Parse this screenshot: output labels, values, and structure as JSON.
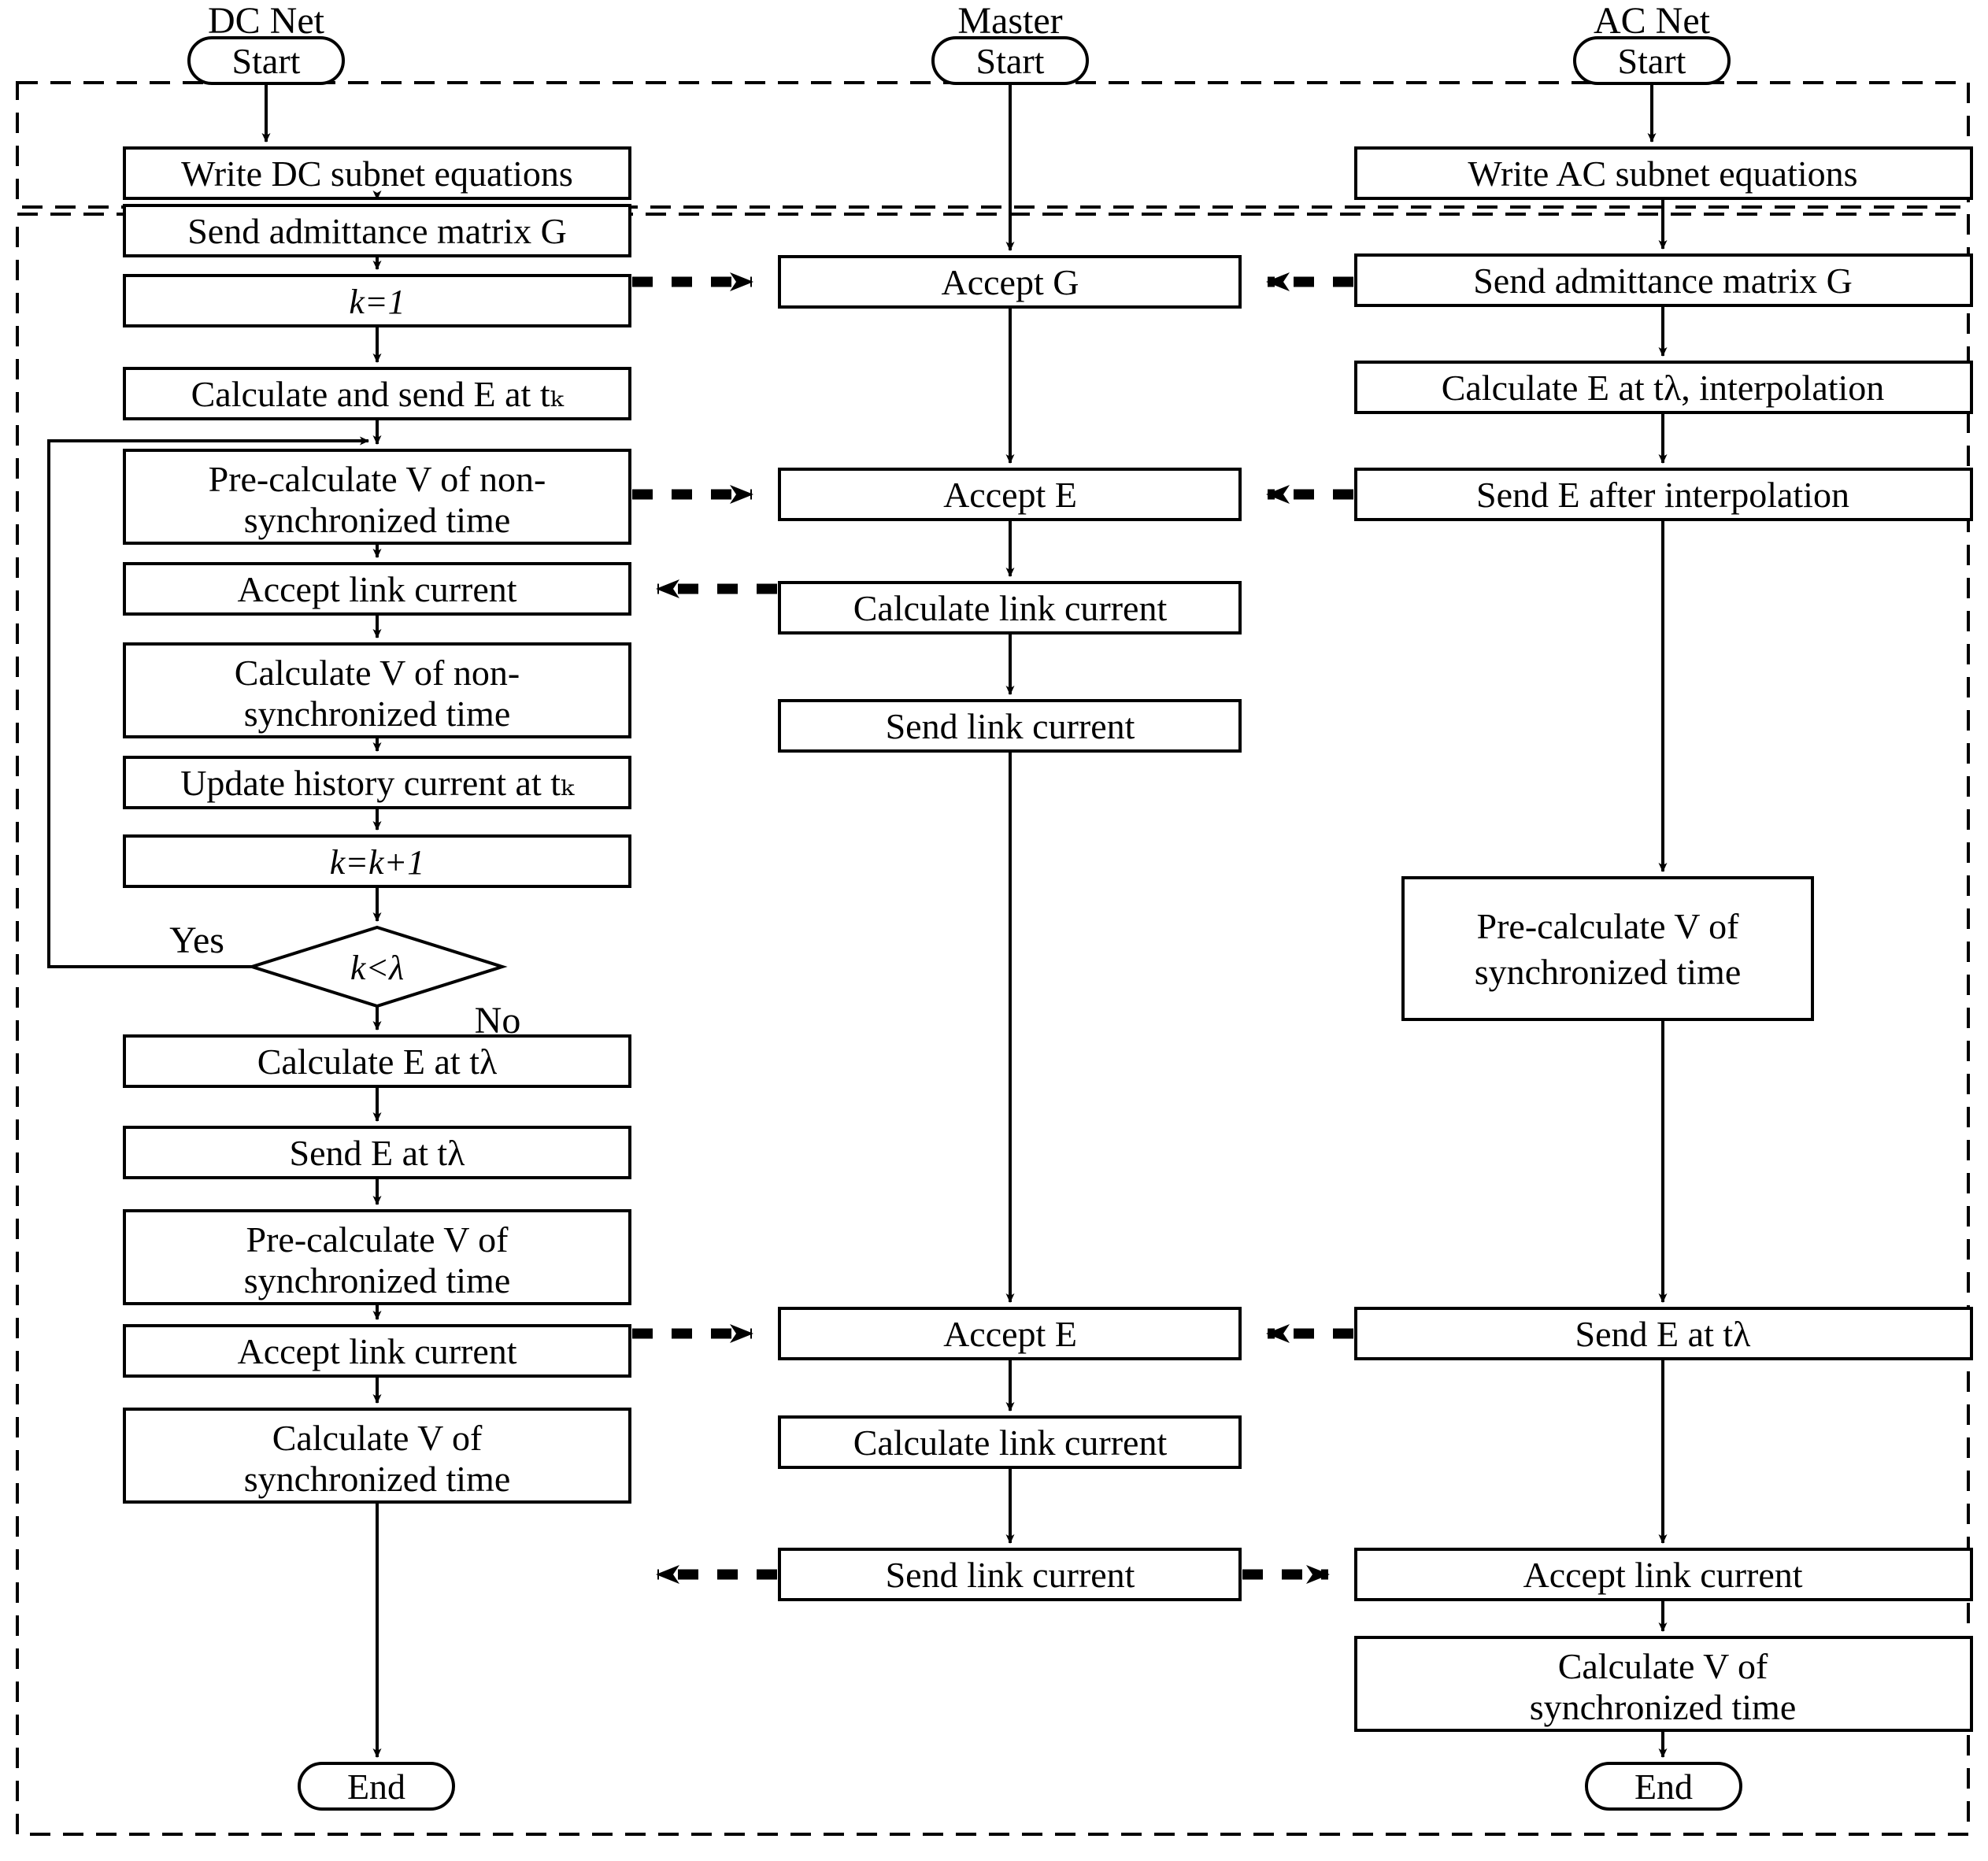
{
  "diagram": {
    "type": "flowchart",
    "title": "",
    "lane_headers": [
      {
        "id": "dc",
        "label": "DC Net"
      },
      {
        "id": "master",
        "label": "Master"
      },
      {
        "id": "ac",
        "label": "AC Net"
      }
    ],
    "terminators": {
      "start_label": "Start",
      "end_label": "End"
    },
    "decision_labels": {
      "yes": "Yes",
      "no": "No"
    },
    "colors": {
      "stroke": "#000000",
      "fill": "#ffffff",
      "text": "#000000"
    },
    "lanes": {
      "dc": {
        "header": "DC Net",
        "start": "Start",
        "end": "End",
        "nodes": [
          {
            "id": "dc1",
            "text": "Write DC subnet equations",
            "shape": "process"
          },
          {
            "id": "dc2",
            "text": "Send admittance matrix G",
            "shape": "process"
          },
          {
            "id": "dc3",
            "text": "k=1",
            "shape": "process"
          },
          {
            "id": "dc4",
            "text": "Calculate and send E at tₖ",
            "shape": "process"
          },
          {
            "id": "dc5",
            "text": "Pre-calculate V of non-synchronized time",
            "shape": "process",
            "line1": "Pre-calculate V of non-",
            "line2": "synchronized time"
          },
          {
            "id": "dc6",
            "text": "Accept link current",
            "shape": "process"
          },
          {
            "id": "dc7",
            "text": "Calculate V of non-synchronized time",
            "shape": "process",
            "line1": "Calculate V of non-",
            "line2": "synchronized time"
          },
          {
            "id": "dc8",
            "text": "Update history current at tₖ",
            "shape": "process"
          },
          {
            "id": "dc9",
            "text": "k=k+1",
            "shape": "process"
          },
          {
            "id": "dc10",
            "text": "k<λ",
            "shape": "decision"
          },
          {
            "id": "dc11",
            "text": "Calculate E at tλ",
            "shape": "process"
          },
          {
            "id": "dc12",
            "text": "Send E at tλ",
            "shape": "process"
          },
          {
            "id": "dc13",
            "text": "Pre-calculate V of synchronized time",
            "shape": "process",
            "line1": "Pre-calculate V of",
            "line2": "synchronized time"
          },
          {
            "id": "dc14",
            "text": "Accept link current",
            "shape": "process"
          },
          {
            "id": "dc15",
            "text": "Calculate V of synchronized time",
            "shape": "process",
            "line1": "Calculate V of",
            "line2": "synchronized time"
          }
        ]
      },
      "master": {
        "header": "Master",
        "start": "Start",
        "nodes": [
          {
            "id": "m1",
            "text": "Accept G",
            "shape": "process"
          },
          {
            "id": "m2",
            "text": "Accept E",
            "shape": "process"
          },
          {
            "id": "m3",
            "text": "Calculate link current",
            "shape": "process"
          },
          {
            "id": "m4",
            "text": "Send link current",
            "shape": "process"
          },
          {
            "id": "m5",
            "text": "Accept E",
            "shape": "process"
          },
          {
            "id": "m6",
            "text": "Calculate link current",
            "shape": "process"
          },
          {
            "id": "m7",
            "text": "Send link current",
            "shape": "process"
          }
        ]
      },
      "ac": {
        "header": "AC Net",
        "start": "Start",
        "end": "End",
        "nodes": [
          {
            "id": "a1",
            "text": "Write AC subnet equations",
            "shape": "process"
          },
          {
            "id": "a2",
            "text": "Send admittance matrix G",
            "shape": "process"
          },
          {
            "id": "a3",
            "text": "Calculate E at tλ, interpolation",
            "shape": "process"
          },
          {
            "id": "a4",
            "text": "Send E after interpolation",
            "shape": "process"
          },
          {
            "id": "a5",
            "text": "Pre-calculate V of synchronized time",
            "shape": "process",
            "line1": "Pre-calculate V of",
            "line2": "synchronized time"
          },
          {
            "id": "a6",
            "text": "Send E at tλ",
            "shape": "process"
          },
          {
            "id": "a7",
            "text": "Accept link current",
            "shape": "process"
          },
          {
            "id": "a8",
            "text": "Calculate V of synchronized time",
            "shape": "process",
            "line1": "Calculate V of",
            "line2": "synchronized time"
          }
        ]
      }
    },
    "groups": [
      {
        "id": "phase1",
        "style": "dashed"
      },
      {
        "id": "phase2",
        "style": "dashed"
      }
    ],
    "message_flows": [
      {
        "from": "dc2",
        "to": "m1",
        "style": "dashed"
      },
      {
        "from": "a2",
        "to": "m1",
        "style": "dashed"
      },
      {
        "from": "dc4",
        "to": "m2",
        "style": "dashed"
      },
      {
        "from": "a4",
        "to": "m2",
        "style": "dashed"
      },
      {
        "from": "m4",
        "to": "dc6",
        "style": "dashed"
      },
      {
        "from": "dc12",
        "to": "m5",
        "style": "dashed"
      },
      {
        "from": "a6",
        "to": "m5",
        "style": "dashed"
      },
      {
        "from": "m7",
        "to": "dc14",
        "style": "dashed"
      },
      {
        "from": "m7",
        "to": "a7",
        "style": "dashed"
      }
    ]
  }
}
